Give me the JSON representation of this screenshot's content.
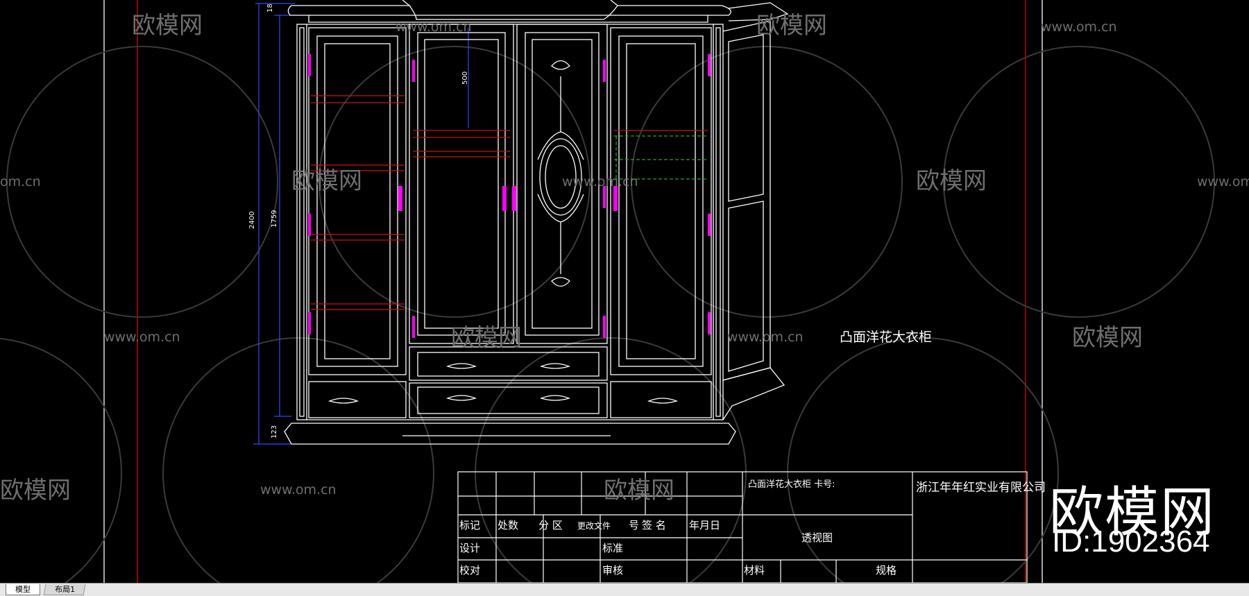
{
  "drawing": {
    "label": "凸面洋花大衣柜",
    "dims": {
      "total_height": "2400",
      "inner_height": "1759",
      "top": "18",
      "base": "123",
      "hang_drop": "500"
    }
  },
  "title_block": {
    "product_code": "凸面洋花大衣柜  卡号:",
    "company": "浙江年年红实业有限公司",
    "view_name": "透视图",
    "row_labels": [
      "标记",
      "处数",
      "分 区",
      "更改文件",
      "号",
      "签 名",
      "年月日"
    ],
    "design": "设计",
    "standard": "标准",
    "check": "校对",
    "review": "审核",
    "material": "材料",
    "spec": "规格"
  },
  "watermark": {
    "logo_text": "欧模网",
    "site": "www.om.cn",
    "site_short": "om.cn",
    "id": "ID:1902364"
  },
  "tabs": [
    "模型",
    "布局1"
  ],
  "colors": {
    "background": "#000000",
    "line": "#ffffff",
    "accent": "#ff00ff",
    "shelf": "#d01010",
    "dimension": "#2a4dff",
    "border_red": "#c00000",
    "dashed_green": "#18b018"
  }
}
